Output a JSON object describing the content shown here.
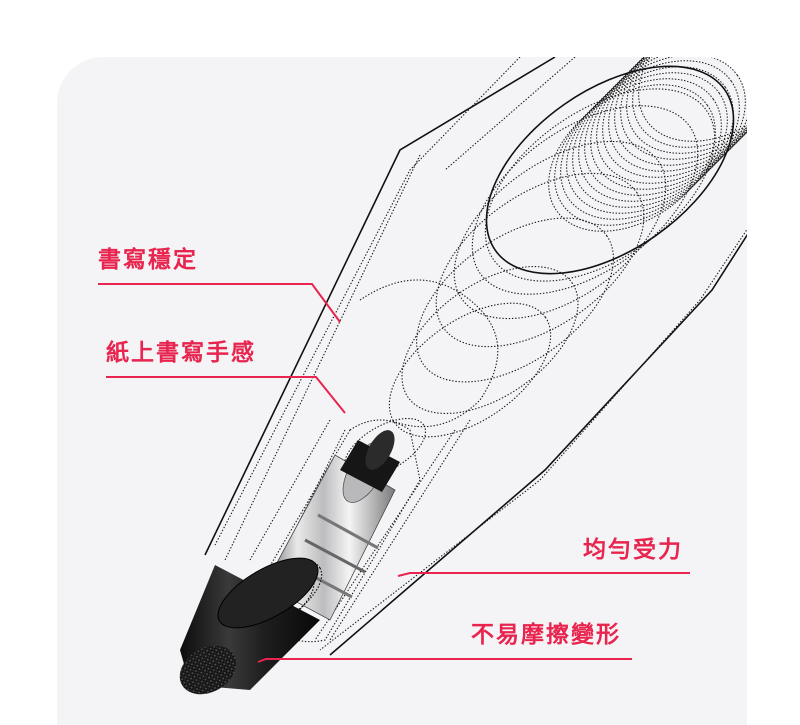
{
  "labels": {
    "writing_stable": "書寫穩定",
    "paper_feel": "紙上書寫手感",
    "even_force": "均勻受力",
    "no_deform": "不易摩擦變形"
  },
  "colors": {
    "accent": "#e8244f",
    "panel_bg": "#f4f4f6",
    "line_art": "#1a1a1a"
  }
}
